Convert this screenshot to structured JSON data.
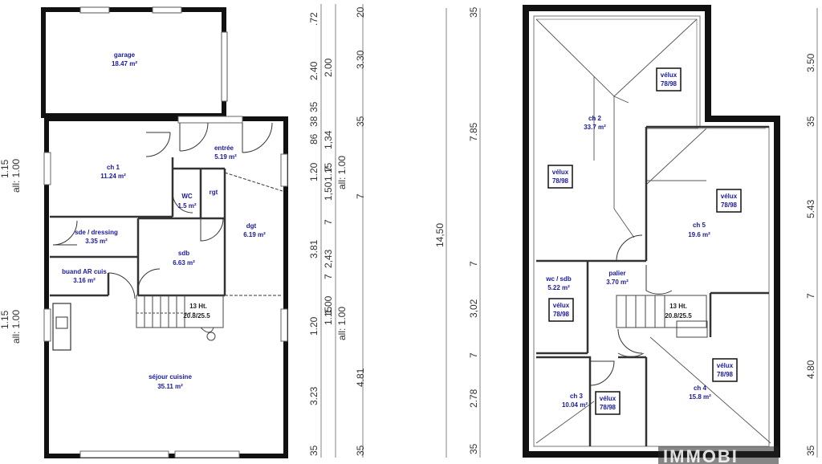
{
  "ground_floor": {
    "rooms": [
      {
        "id": "garage",
        "name": "garage",
        "area": "18.47 m²"
      },
      {
        "id": "ch1",
        "name": "ch 1",
        "area": "11.24 m²"
      },
      {
        "id": "entree",
        "name": "entrée",
        "area": "5.19 m²"
      },
      {
        "id": "wc",
        "name": "WC",
        "area": "1.5 m²"
      },
      {
        "id": "rgt",
        "name": "rgt",
        "area": ""
      },
      {
        "id": "dgt",
        "name": "dgt",
        "area": "6.19 m²"
      },
      {
        "id": "dressing",
        "name": "sde / dressing",
        "area": "3.35 m²"
      },
      {
        "id": "sdb",
        "name": "sdb",
        "area": "6.63 m²"
      },
      {
        "id": "buand",
        "name": "buand AR cuis",
        "area": "3.16 m²"
      },
      {
        "id": "sejour",
        "name": "séjour cuisine",
        "area": "35.11 m²"
      }
    ],
    "stairs": {
      "count": "13 Ht.",
      "size": "20.8/25.5"
    },
    "left_dims": [
      "1.15",
      "all: 1.00",
      "1.15",
      "all: 1.00"
    ],
    "right_dims_a": [
      ".72",
      "2.40",
      "35",
      "38",
      "86",
      "1.20",
      "3.81",
      "1.20",
      "3.23",
      "35"
    ],
    "right_dims_b": [
      "2.00",
      "1,34",
      "1.15",
      "7",
      "1,50",
      "2,43",
      "1.15",
      "7",
      "7"
    ],
    "right_dims_c": [
      "20",
      "3.30",
      "35",
      "all: 1.00",
      "7",
      "1.00",
      "all: 1.00",
      "4.81",
      "35"
    ],
    "top_labels": [
      "all: 1.00",
      "2.00"
    ]
  },
  "upper_floor": {
    "rooms": [
      {
        "id": "ch2",
        "name": "ch 2",
        "area": "33.7 m²"
      },
      {
        "id": "ch5",
        "name": "ch 5",
        "area": "19.6 m²"
      },
      {
        "id": "wcsdb",
        "name": "wc / sdb",
        "area": "5.22 m²"
      },
      {
        "id": "palier",
        "name": "palier",
        "area": "3.70 m²"
      },
      {
        "id": "ch3",
        "name": "ch 3",
        "area": "10.04 m²"
      },
      {
        "id": "ch4",
        "name": "ch 4",
        "area": "15.8 m²"
      }
    ],
    "velux": {
      "label": "vélux",
      "size": "78/98"
    },
    "stairs": {
      "count": "13 Ht.",
      "size": "20.8/25.5"
    },
    "left_dim_total": "14,50",
    "left_dims": [
      "35",
      "7.85",
      "7",
      "3,02",
      "7",
      "2.78",
      "35"
    ],
    "right_dims": [
      "3.50",
      "35",
      "5.43",
      "7",
      "4.80",
      "35"
    ]
  },
  "watermark": "IMMOBI"
}
